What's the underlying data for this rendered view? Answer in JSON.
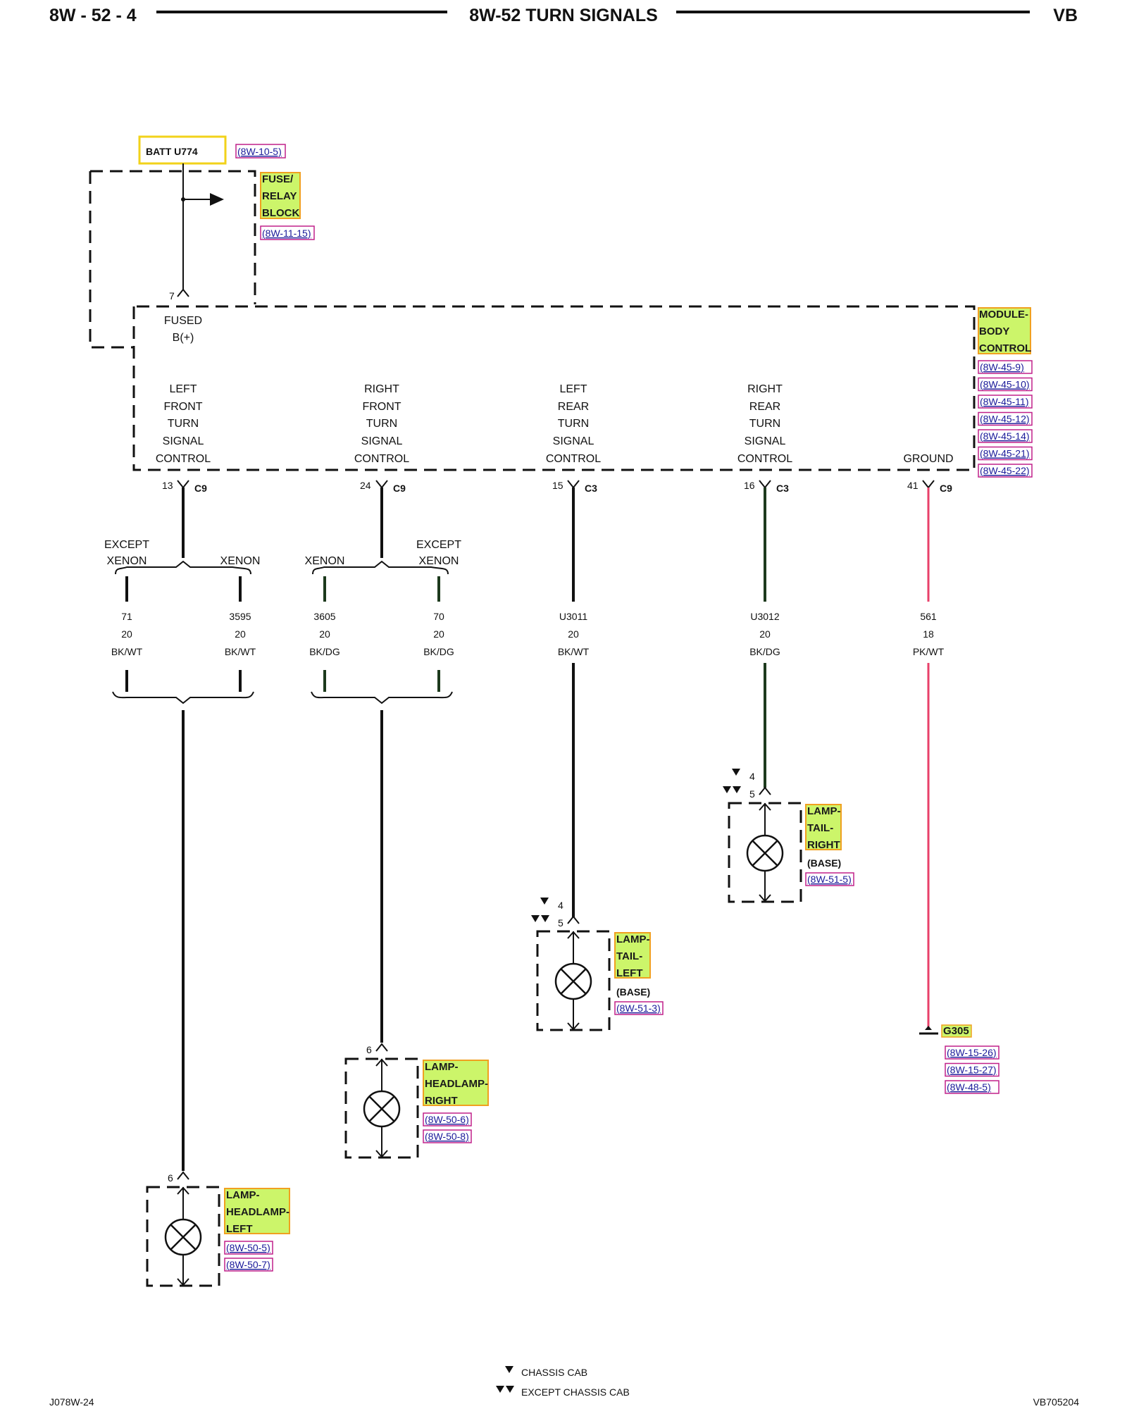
{
  "header": {
    "page_code": "8W - 52 - 4",
    "title": "8W-52 TURN SIGNALS",
    "model": "VB"
  },
  "footer": {
    "left_code": "J078W-24",
    "right_code": "VB705204",
    "legend_chassis_cab": "CHASSIS CAB",
    "legend_except_chassis_cab": "EXCEPT CHASSIS CAB"
  },
  "batt": {
    "label": "BATT U774",
    "ref": "(8W-10-5)"
  },
  "fuse_block": {
    "name_line1": "FUSE/",
    "name_line2": "RELAY",
    "name_line3": "BLOCK",
    "ref": "(8W-11-15)",
    "pin": "7"
  },
  "body_module": {
    "name_line1": "MODULE-",
    "name_line2": "BODY",
    "name_line3": "CONTROL",
    "refs": [
      "(8W-45-9)",
      "(8W-45-10)",
      "(8W-45-11)",
      "(8W-45-12)",
      "(8W-45-14)",
      "(8W-45-21)",
      "(8W-45-22)"
    ],
    "fused_line1": "FUSED",
    "fused_line2": "B(+)",
    "circuits": [
      {
        "l1": "LEFT",
        "l2": "FRONT",
        "l3": "TURN",
        "l4": "SIGNAL",
        "l5": "CONTROL",
        "pin": "13",
        "conn": "C9"
      },
      {
        "l1": "RIGHT",
        "l2": "FRONT",
        "l3": "TURN",
        "l4": "SIGNAL",
        "l5": "CONTROL",
        "pin": "24",
        "conn": "C9"
      },
      {
        "l1": "LEFT",
        "l2": "REAR",
        "l3": "TURN",
        "l4": "SIGNAL",
        "l5": "CONTROL",
        "pin": "15",
        "conn": "C3"
      },
      {
        "l1": "RIGHT",
        "l2": "REAR",
        "l3": "TURN",
        "l4": "SIGNAL",
        "l5": "CONTROL",
        "pin": "16",
        "conn": "C3"
      }
    ],
    "ground_label": "GROUND",
    "ground_pin": "41",
    "ground_conn": "C9"
  },
  "splits": {
    "left_front": {
      "left_line1": "EXCEPT",
      "left_line2": "XENON",
      "right_line1": "XENON"
    },
    "right_front": {
      "left_line1": "XENON",
      "right_line1": "EXCEPT",
      "right_line2": "XENON"
    }
  },
  "wires": [
    {
      "circuit": "71",
      "gauge": "20",
      "color": "BK/WT"
    },
    {
      "circuit": "3595",
      "gauge": "20",
      "color": "BK/WT"
    },
    {
      "circuit": "3605",
      "gauge": "20",
      "color": "BK/DG"
    },
    {
      "circuit": "70",
      "gauge": "20",
      "color": "BK/DG"
    },
    {
      "circuit": "U3011",
      "gauge": "20",
      "color": "BK/WT"
    },
    {
      "circuit": "U3012",
      "gauge": "20",
      "color": "BK/DG"
    },
    {
      "circuit": "561",
      "gauge": "18",
      "color": "PK/WT"
    }
  ],
  "lamps": {
    "tail_right": {
      "l1": "LAMP-",
      "l2": "TAIL-",
      "l3": "RIGHT",
      "variant": "(BASE)",
      "ref": "(8W-51-5)",
      "pin_a": "4",
      "pin_b": "5"
    },
    "tail_left": {
      "l1": "LAMP-",
      "l2": "TAIL-",
      "l3": "LEFT",
      "variant": "(BASE)",
      "ref": "(8W-51-3)",
      "pin_a": "4",
      "pin_b": "5"
    },
    "headlamp_right": {
      "l1": "LAMP-",
      "l2": "HEADLAMP-",
      "l3": "RIGHT",
      "refs": [
        "(8W-50-6)",
        "(8W-50-8)"
      ],
      "pin": "6"
    },
    "headlamp_left": {
      "l1": "LAMP-",
      "l2": "HEADLAMP-",
      "l3": "LEFT",
      "refs": [
        "(8W-50-5)",
        "(8W-50-7)"
      ],
      "pin": "6"
    }
  },
  "ground_point": {
    "label": "G305",
    "refs": [
      "(8W-15-26)",
      "(8W-15-27)",
      "(8W-48-5)"
    ]
  },
  "colors": {
    "ink": "#111111",
    "component_fill": "#ccf56a",
    "component_border": "#f0a020",
    "batt_border": "#f2d21a",
    "ref_border": "#c0208a",
    "ref_text": "#1a1a9a",
    "ground_wire": "#e8406a",
    "dark_green_wire": "#1d3a1d"
  }
}
